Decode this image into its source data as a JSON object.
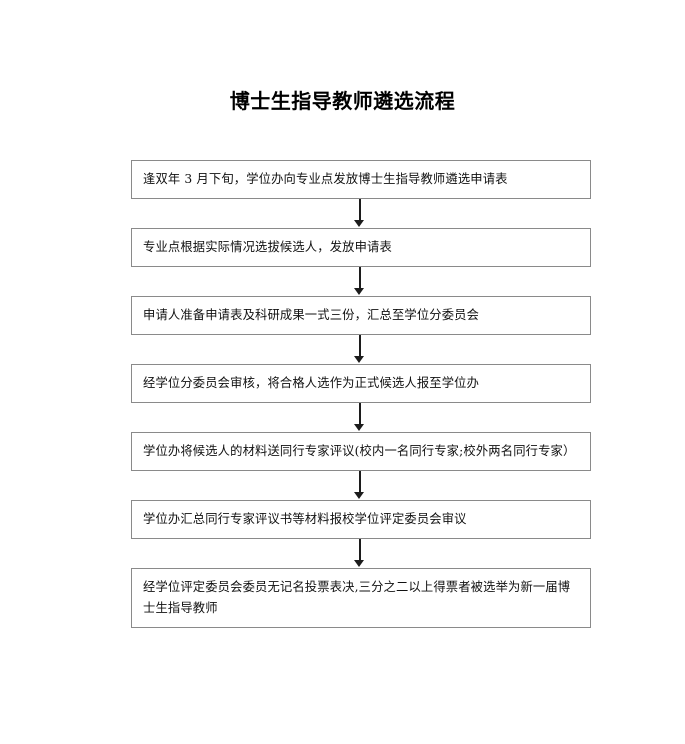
{
  "document": {
    "title": "博士生指导教师遴选流程",
    "background_color": "#ffffff",
    "text_color": "#111111",
    "box_border_color": "#8a8a8a",
    "arrow_color": "#1c1c1c"
  },
  "flowchart": {
    "type": "vertical-sequence",
    "connector_glyph": "arrow-down",
    "steps": [
      {
        "index": 1,
        "text": "逢双年 3 月下旬，学位办向专业点发放博士生指导教师遴选申请表",
        "lines": 1
      },
      {
        "index": 2,
        "text": "专业点根据实际情况选拔候选人，发放申请表",
        "lines": 1
      },
      {
        "index": 3,
        "text": "申请人准备申请表及科研成果一式三份，汇总至学位分委员会",
        "lines": 1
      },
      {
        "index": 4,
        "text": "经学位分委员会审核，将合格人选作为正式候选人报至学位办",
        "lines": 1
      },
      {
        "index": 5,
        "text": "学位办将候选人的材料送同行专家评议(校内一名同行专家;校外两名同行专家）",
        "lines": 1
      },
      {
        "index": 6,
        "text": "学位办汇总同行专家评议书等材料报校学位评定委员会审议",
        "lines": 1
      },
      {
        "index": 7,
        "text": "经学位评定委员会委员无记名投票表决,三分之二以上得票者被选举为新一届博士生指导教师",
        "lines": 2
      }
    ]
  }
}
